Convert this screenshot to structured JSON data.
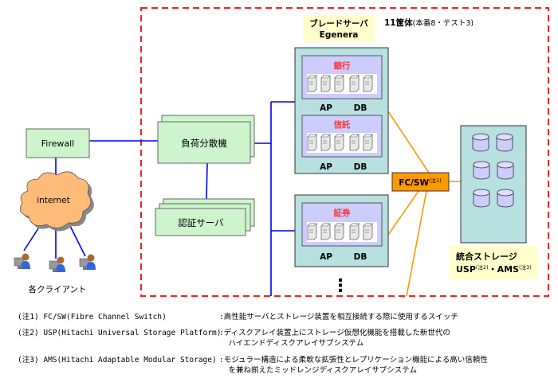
{
  "colors": {
    "boundary": "#ee2222",
    "lan": "#0000ee",
    "san": "#ff9900",
    "green_box": "#ccf5cc",
    "chassis": "#b7e0e0",
    "panel": "#ccccff",
    "label_bg": "#ffffcc",
    "fcsw": "#ff9900",
    "title_red": "#ff3333",
    "cloud": "#ffbb77"
  },
  "firewall": {
    "label": "Firewall"
  },
  "internet": {
    "label": "internet"
  },
  "clients": {
    "label": "各クライアント",
    "count": 3
  },
  "load_balancer": {
    "label": "負荷分散機"
  },
  "auth_server": {
    "label": "認証サーバ"
  },
  "blade": {
    "title_line1": "ブレードサーバ",
    "title_line2": "Egenera",
    "count_label": "11筐体",
    "count_detail": "(本番8・テスト3)"
  },
  "chassis": [
    {
      "panels": [
        {
          "name": "銀行",
          "ap": "AP",
          "db": "DB"
        },
        {
          "name": "信託",
          "ap": "AP",
          "db": "DB"
        }
      ]
    },
    {
      "panels": [
        {
          "name": "証券",
          "ap": "AP",
          "db": "DB"
        }
      ]
    }
  ],
  "ellipsis": "⋮",
  "fcsw": {
    "label": "FC/SW",
    "note": "(注1)"
  },
  "storage": {
    "line1": "統合ストレージ",
    "usp": "USP",
    "usp_note": "(注2)",
    "sep": "・",
    "ams": "AMS",
    "ams_note": "(注3)"
  },
  "notes": [
    {
      "key": "(注1) FC/SW(Fibre Channel Switch)",
      "lines": [
        ":高性能サーバとストレージ装置を相互接続する際に使用するスイッチ"
      ]
    },
    {
      "key": "(注2) USP(Hitachi Universal Storage Platform)",
      "lines": [
        ":ディスクアレイ装置上にストレージ仮想化機能を搭載した新世代の",
        "  ハイエンドディスクアレイサブシステム"
      ]
    },
    {
      "key": "(注3) AMS(Hitachi Adaptable Modular Storage)",
      "lines": [
        ":モジュラー構造による柔軟な拡張性とレプリケーション機能による高い信頼性",
        "  を兼ね揃えたミッドレンジディスクアレイサブシステム"
      ]
    }
  ]
}
